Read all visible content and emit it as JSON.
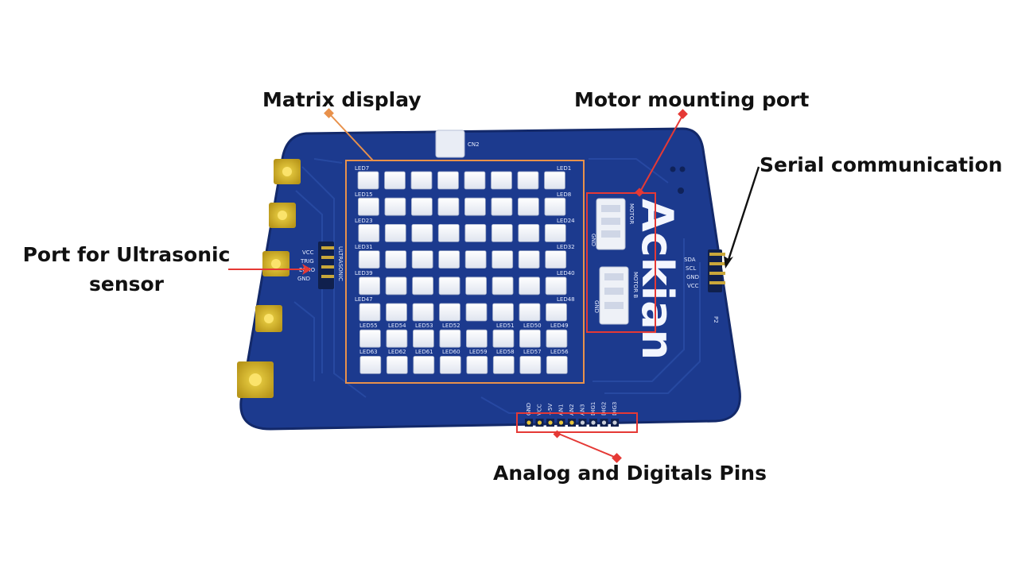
{
  "labels": {
    "matrix_display": "Matrix display",
    "motor_mounting_port": "Motor mounting port",
    "serial_communication": "Serial communication",
    "ultrasonic_port_line1": "Port for Ultrasonic",
    "ultrasonic_port_line2": "sensor",
    "analog_digital_pins": "Analog and Digitals Pins"
  },
  "board": {
    "brand_text": "Ackian",
    "ultrasonic_pins": [
      "VCC",
      "TRIG",
      "ECHO",
      "GND"
    ],
    "ultrasonic_header_text": "ULTRASONIC",
    "serial_pins": [
      "SDA",
      "SCL",
      "GND",
      "VCC"
    ],
    "serial_ref": "P2",
    "analog_pins": [
      "GND",
      "VCC",
      "+5V",
      "AN1",
      "AN2",
      "AN3",
      "DIG1",
      "DIG2",
      "DIG3"
    ],
    "motor_labels": [
      "MOTOR",
      "MOTOR B"
    ],
    "motor_side_pins": [
      "GND",
      "GND"
    ],
    "led_labels": [
      "LED7",
      "LED15",
      "LED23",
      "LED31",
      "LED39",
      "LED47",
      "LED55",
      "LED63",
      "LED62",
      "LED61",
      "LED60",
      "LED59",
      "LED58",
      "LED57",
      "LED56",
      "LED49",
      "LED50",
      "LED51",
      "LED52",
      "LED53",
      "LED54",
      "LED48",
      "LED40",
      "LED32",
      "LED24",
      "LED1",
      "LED8"
    ],
    "led_rows": 8,
    "led_cols": 8
  },
  "colors": {
    "board": "#1c3a8e",
    "board_edge": "#13296a",
    "matrix_box": "#e8914b",
    "motor_box": "#e53935",
    "ultrasonic_arrow": "#e53935",
    "serial_arrow": "#111111",
    "analog_box": "#e53935",
    "pad": "#d1b21d",
    "led": "#f4f6fb"
  }
}
